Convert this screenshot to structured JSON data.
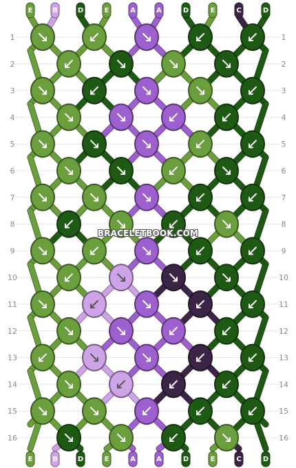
{
  "colors": {
    "E": "#6b9e3c",
    "B": "#cfa3e8",
    "D": "#1f5a14",
    "A": "#9e5fcf",
    "C": "#3b2446"
  },
  "top_labels": [
    "E",
    "B",
    "D",
    "E",
    "A",
    "A",
    "D",
    "E",
    "C",
    "D"
  ],
  "bottom_labels": [
    "E",
    "B",
    "D",
    "E",
    "A",
    "A",
    "D",
    "E",
    "C",
    "D"
  ],
  "row_numbers": [
    "1",
    "2",
    "3",
    "4",
    "5",
    "6",
    "7",
    "8",
    "9",
    "10",
    "11",
    "12",
    "13",
    "14",
    "15",
    "16"
  ],
  "knots": [
    [
      "E",
      "E",
      "A",
      "D",
      "D"
    ],
    [
      "E",
      "D",
      "E",
      "D"
    ],
    [
      "E",
      "D",
      "A",
      "E",
      "D"
    ],
    [
      "E",
      "A",
      "A",
      "D"
    ],
    [
      "E",
      "D",
      "A",
      "E",
      "D"
    ],
    [
      "E",
      "D",
      "E",
      "D"
    ],
    [
      "E",
      "E",
      "A",
      "D",
      "D"
    ],
    [
      "D",
      "E",
      "D",
      "E"
    ],
    [
      "E",
      "E",
      "A",
      "D",
      "D"
    ],
    [
      "E",
      "B",
      "C",
      "D"
    ],
    [
      "E",
      "B",
      "A",
      "C",
      "D"
    ],
    [
      "E",
      "A",
      "A",
      "D"
    ],
    [
      "E",
      "B",
      "A",
      "C",
      "D"
    ],
    [
      "E",
      "B",
      "C",
      "D"
    ],
    [
      "E",
      "E",
      "A",
      "D",
      "D"
    ],
    [
      "D",
      "E",
      "D",
      "E"
    ]
  ],
  "arrows": [
    [
      "fwd",
      "bwd",
      "fwd",
      "bwd",
      "bwd"
    ],
    [
      "bwd",
      "fwd",
      "fwd",
      "fwd"
    ],
    [
      "fwd",
      "bwd",
      "fwd",
      "fwd",
      "bwd"
    ],
    [
      "fwd",
      "fwd",
      "bwd",
      "bwd"
    ],
    [
      "fwd",
      "fwd",
      "fwd",
      "bwd",
      "bwd"
    ],
    [
      "fwd",
      "fwd",
      "bwd",
      "fwd"
    ],
    [
      "fwd",
      "fwd",
      "fwd",
      "bwd",
      "bwd"
    ],
    [
      "bwd",
      "fwd",
      "bwd",
      "fwd"
    ],
    [
      "fwd",
      "bwd",
      "fwd",
      "bwd",
      "bwd"
    ],
    [
      "bwd",
      "fwd",
      "fwd",
      "fwd"
    ],
    [
      "fwd",
      "bwd",
      "fwd",
      "bwd",
      "bwd"
    ],
    [
      "fwd",
      "fwd",
      "bwd",
      "bwd"
    ],
    [
      "bwd",
      "fwd",
      "fwd",
      "bwd",
      "bwd"
    ],
    [
      "fwd",
      "bwd",
      "bwd",
      "bwd"
    ],
    [
      "fwd",
      "fwd",
      "bwd",
      "bwd",
      "bwd"
    ],
    [
      "fwd",
      "fwd",
      "bwd",
      "fwd"
    ]
  ],
  "watermark": "BRACELETBOOK.COM"
}
